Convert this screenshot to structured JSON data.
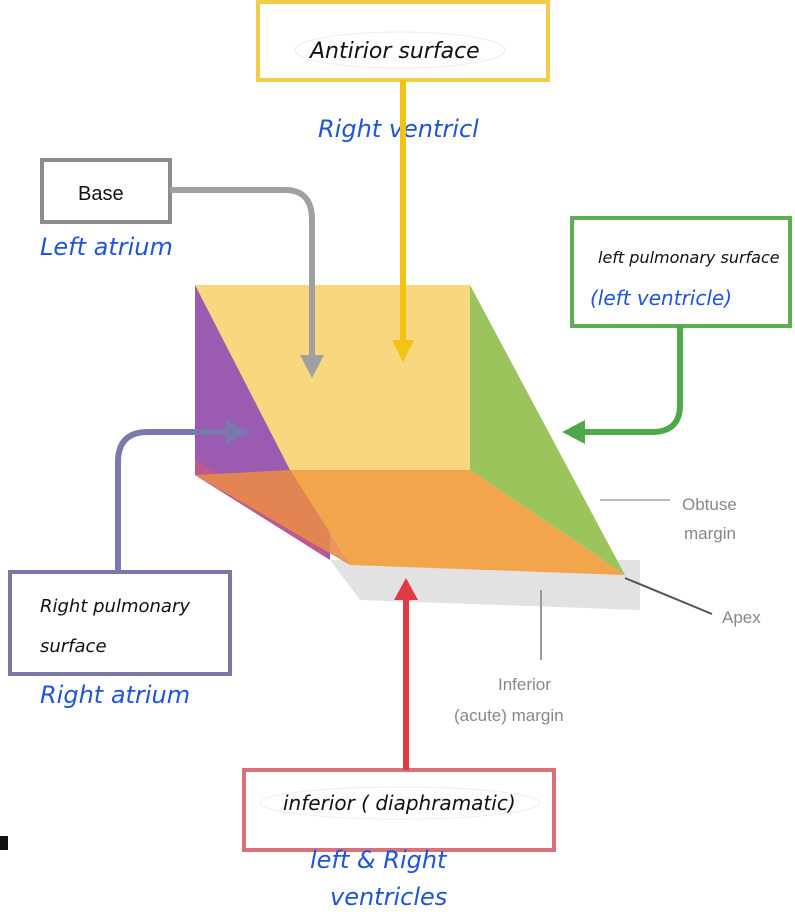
{
  "boxes": {
    "anterior": {
      "label": "Antirior surface",
      "note": "Right ventricl",
      "color": "#f1cd48"
    },
    "base": {
      "label": "Base",
      "note": "Left atrium",
      "color": "#8c8c8c"
    },
    "left_pulmonary": {
      "label_line1": "left pulmonary surface",
      "label_line2": "(left ventricle)",
      "color": "#5fae55"
    },
    "right_pulmonary": {
      "label_line1": "Right pulmonary",
      "label_line2": "surface",
      "note": "Right atrium",
      "color": "#7b78a8"
    },
    "inferior": {
      "label": "inferior ( diaphramatic)",
      "note_line1": "left & Right",
      "note_line2": "ventricles",
      "color": "#d9707a"
    }
  },
  "margins": {
    "obtuse_line1": "Obtuse",
    "obtuse_line2": "margin",
    "apex": "Apex",
    "inferior_line1": "Inferior",
    "inferior_line2": "(acute) margin"
  },
  "colors": {
    "handwriting": "#1f55d8",
    "front_face": "#f8d77e",
    "top_face": "#f2a54a",
    "right_face": "#9cc45c",
    "left_face": "#9b5bb0",
    "arrow_yellow": "#f2c312",
    "arrow_green": "#4fa84a",
    "arrow_blue": "#7a79ae",
    "arrow_red": "#e03a45",
    "arrow_gray": "#a0a0a0"
  }
}
